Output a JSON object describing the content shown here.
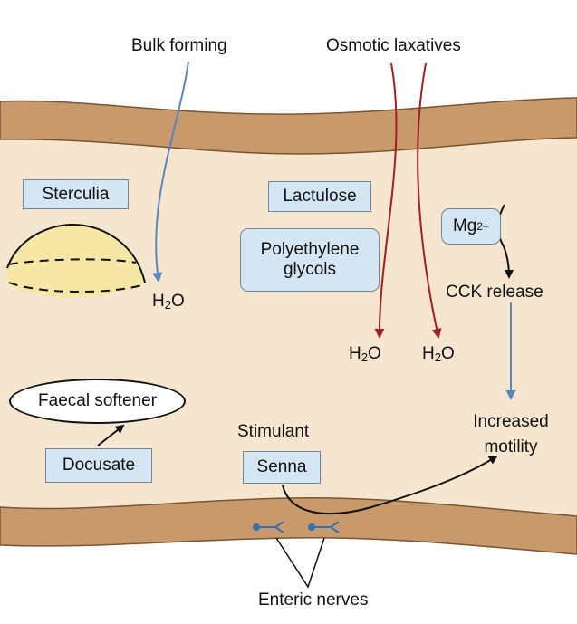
{
  "labels": {
    "bulk_forming": "Bulk forming",
    "osmotic_laxatives": "Osmotic laxatives",
    "cck_release": "CCK release",
    "increased_motility": "Increased motility",
    "stimulant": "Stimulant",
    "enteric_nerves": "Enteric nerves",
    "faecal_softener": "Faecal softener"
  },
  "boxes": {
    "sterculia": "Sterculia",
    "lactulose": "Lactulose",
    "polyethylene_glycols": "Polyethylene glycols",
    "magnesium": "Mg",
    "magnesium_charge": "2+",
    "docusate": "Docusate",
    "senna": "Senna"
  },
  "water": {
    "h": "H",
    "sub": "2",
    "o": "O"
  },
  "colors": {
    "gut_wall": "#c8996b",
    "lumen": "#f7e6cf",
    "bolus": "#f7e7a4",
    "box_fill": "#d4e6f4",
    "blue_arrow": "#5b86bd",
    "red_arrow": "#a41f24"
  }
}
